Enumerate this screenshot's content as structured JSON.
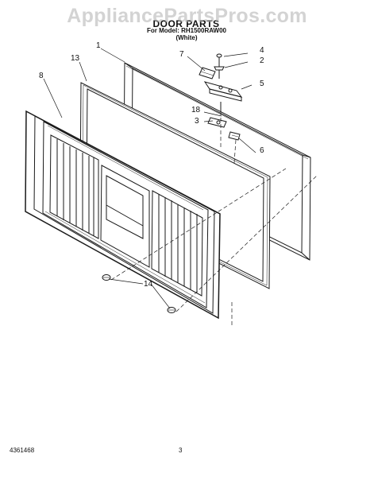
{
  "watermark": "AppliancePartsPros.com",
  "header": {
    "title": "DOOR PARTS",
    "model_line": "For Model: RH1500RAW00",
    "color_line": "(White)"
  },
  "callouts": {
    "c1": "1",
    "c2": "2",
    "c3": "3",
    "c4": "4",
    "c5": "5",
    "c6": "6",
    "c7": "7",
    "c8": "8",
    "c13": "13",
    "c14": "14",
    "c18": "18"
  },
  "footer": {
    "doc_number": "4361468",
    "page_number": "3"
  }
}
